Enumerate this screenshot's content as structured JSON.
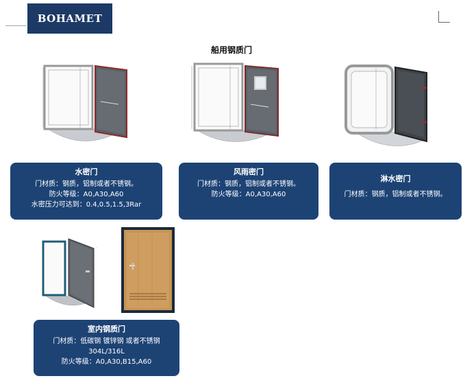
{
  "header": {
    "logo_text": "BOHAMET"
  },
  "page_title": "船用钢质门",
  "products": [
    {
      "title": "水密门",
      "lines": [
        "门材质：钢质，铝制或者不锈钢。",
        "防火等级：A0,A30,A60",
        "水密压力可达到：0.4,0.5,1.5,3Rar"
      ]
    },
    {
      "title": "风雨密门",
      "lines": [
        "门材质：钢质，铝制或者不锈钢。",
        "防火等级：A0,A30,A60"
      ]
    },
    {
      "title": "淋水密门",
      "lines": [
        "门材质：钢质，铝制或者不锈钢。"
      ]
    },
    {
      "title": "室内钢质门",
      "lines": [
        "门材质：低碳钢 镀锌钢 或者不锈钢",
        "304L/316L",
        "防火等级：A0,A30,B15,A60"
      ]
    }
  ],
  "colors": {
    "card_bg": "#1d4375",
    "logo_bg": "#1d3a66"
  },
  "icons": [
    "watertight-door-illustration",
    "weathertight-door-illustration",
    "spraytight-door-illustration",
    "interior-steel-door-illustration",
    "wooden-door-photo"
  ]
}
